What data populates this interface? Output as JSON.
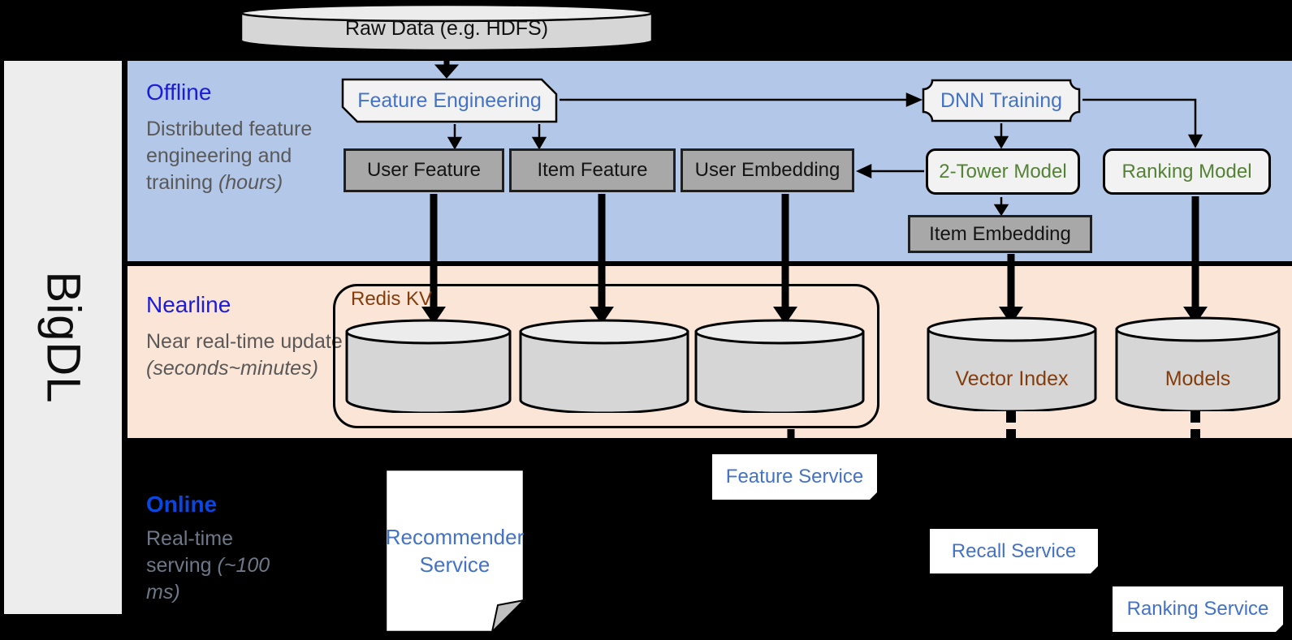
{
  "brand": {
    "label": "BigDL"
  },
  "pipeline": {
    "source": "Raw Data (e.g. HDFS)"
  },
  "sections": {
    "offline": {
      "title": "Offline",
      "subtitle": "Distributed feature engineering and training",
      "subtitle_note": "(hours)"
    },
    "nearline": {
      "title": "Nearline",
      "subtitle": "Near real-time update",
      "subtitle_note": "(seconds~minutes)"
    },
    "online": {
      "title": "Online",
      "subtitle": "Real-time serving",
      "subtitle_note": "(~100 ms)"
    }
  },
  "nodes": {
    "feature_engineering": "Feature Engineering",
    "dnn_training": "DNN Training",
    "user_feature": "User Feature",
    "item_feature": "Item Feature",
    "user_embedding": "User Embedding",
    "two_tower_model": "2-Tower Model",
    "ranking_model": "Ranking Model",
    "item_embedding": "Item Embedding",
    "redis_kv": "Redis KV",
    "vector_index": "Vector Index",
    "models": "Models",
    "recommender_service": "Recommender Service",
    "feature_service": "Feature Service",
    "recall_service": "Recall Service",
    "ranking_service": "Ranking Service"
  },
  "colors": {
    "offline_bg": "#b3c7e8",
    "nearline_bg": "#fbe5d6",
    "online_bg": "#000000",
    "section_title_blue": "#1b1bd9",
    "online_title_blue": "#0a46e0",
    "subtitle_gray": "#595959",
    "node_text_blue": "#4472c4",
    "node_text_green": "#548235",
    "node_text_brown": "#843c0c",
    "gray_box_fill": "#a8a8a8",
    "light_shape_fill": "#f2f2f2",
    "cylinder_fill": "#d6d6d6"
  }
}
